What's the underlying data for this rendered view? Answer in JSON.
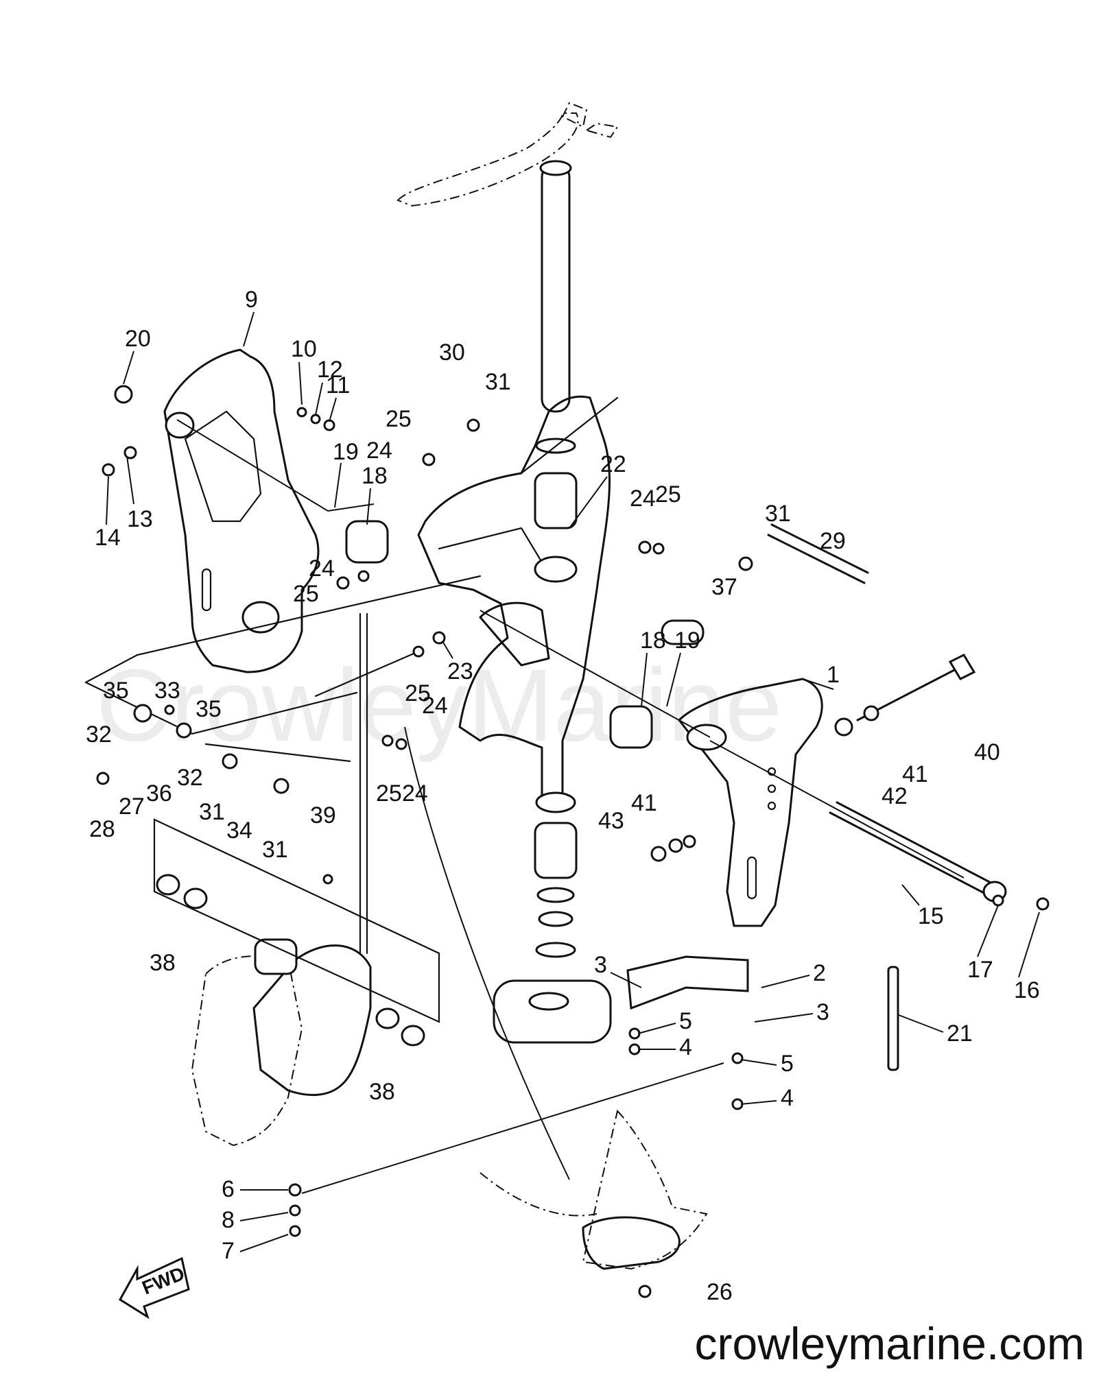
{
  "watermark": "CrowleyMarine",
  "footer_site": "crowleymarine.com",
  "fwd_label": "FWD",
  "callouts": [
    "1",
    "2",
    "3",
    "3",
    "4",
    "4",
    "5",
    "5",
    "6",
    "7",
    "8",
    "9",
    "10",
    "11",
    "12",
    "13",
    "14",
    "15",
    "16",
    "17",
    "18",
    "18",
    "19",
    "19",
    "20",
    "21",
    "22",
    "23",
    "24",
    "24",
    "24",
    "24",
    "24",
    "25",
    "25",
    "25",
    "25",
    "25",
    "26",
    "27",
    "28",
    "29",
    "30",
    "31",
    "31",
    "31",
    "31",
    "32",
    "32",
    "33",
    "34",
    "35",
    "35",
    "36",
    "37",
    "38",
    "38",
    "39",
    "40",
    "41",
    "41",
    "42",
    "43"
  ]
}
